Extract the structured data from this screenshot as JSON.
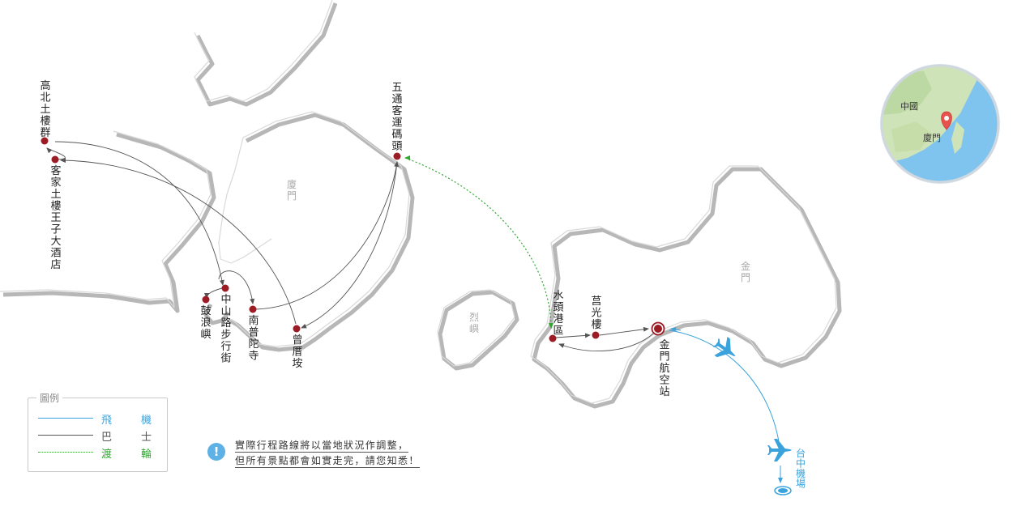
{
  "map": {
    "regions": {
      "xiamen": "廈門",
      "kinmen": "金門",
      "lieyu": "烈嶼"
    },
    "places": {
      "gaobei": "高北土樓群",
      "hakka_hotel": "客家土樓王子大酒店",
      "wutong": "五通客運碼頭",
      "gulangyu": "鼓浪嶼",
      "zhongshan": "中山路步行街",
      "nanputuo": "南普陀寺",
      "zengcuoan": "曾厝垵",
      "shuitou": "水頭港區",
      "juguang": "莒光樓",
      "kinmen_airport": "金門航空站",
      "taichung_airport": "台中機場"
    }
  },
  "inset": {
    "china": "中國",
    "xiamen": "廈門"
  },
  "legend": {
    "title": "圖例",
    "items": [
      {
        "label": "飛機",
        "color": "#3aa3dc",
        "style": "solid"
      },
      {
        "label": "巴士",
        "color": "#555555",
        "style": "solid"
      },
      {
        "label": "渡輪",
        "color": "#2ea82e",
        "style": "dotted"
      }
    ]
  },
  "notice": {
    "icon": "exclamation-icon",
    "line1": "實際行程路線將以當地狀況作調整，",
    "line2": "但所有景點都會如實走完，請您知悉！"
  },
  "colors": {
    "plane": "#3aa3dc",
    "bus": "#555555",
    "ferry": "#2ea82e",
    "stop": "#9b1c24"
  }
}
